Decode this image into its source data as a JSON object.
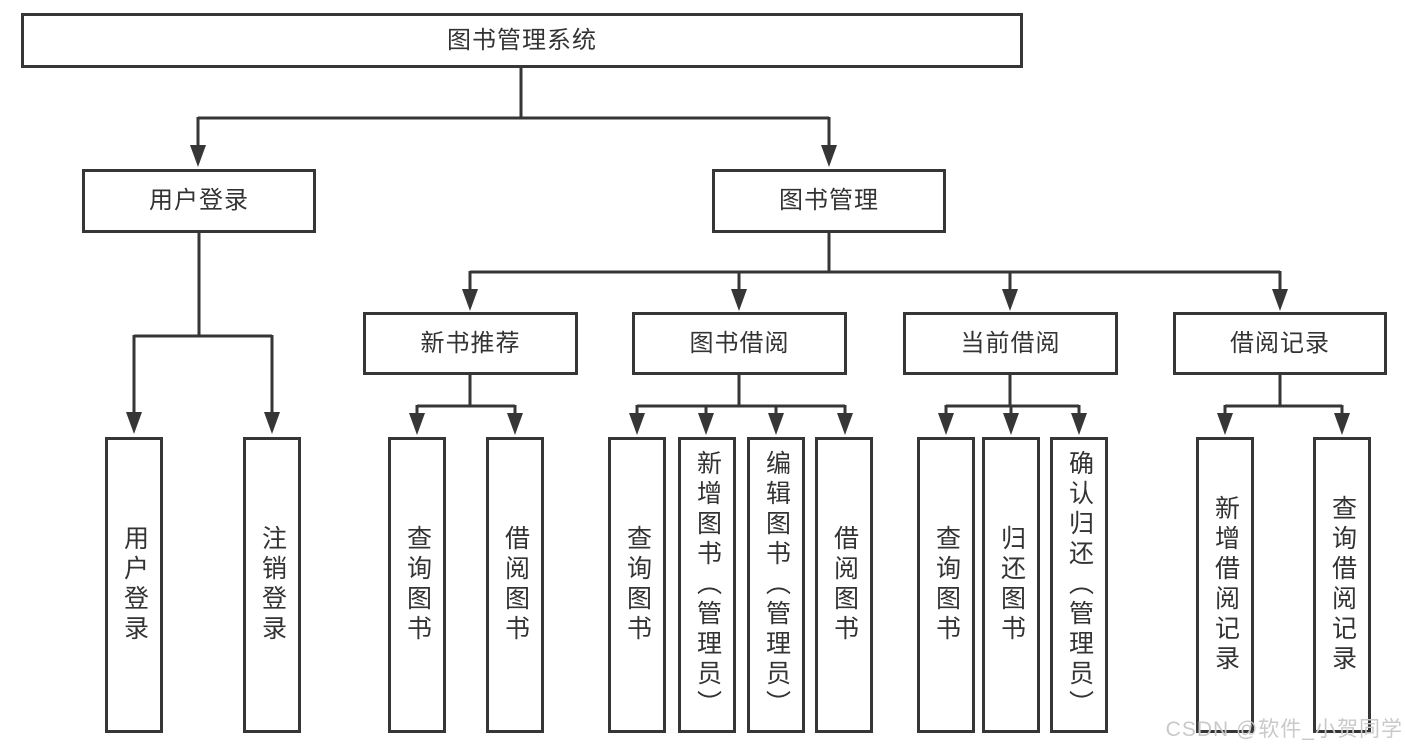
{
  "title": "图书管理系统",
  "tree": {
    "label": "图书管理系统",
    "children": [
      {
        "label": "用户登录",
        "children": [
          {
            "label": "用户登录"
          },
          {
            "label": "注销登录"
          }
        ]
      },
      {
        "label": "图书管理",
        "children": [
          {
            "label": "新书推荐",
            "children": [
              {
                "label": "查询图书"
              },
              {
                "label": "借阅图书"
              }
            ]
          },
          {
            "label": "图书借阅",
            "children": [
              {
                "label": "查询图书"
              },
              {
                "label": "新增图书（管理员）"
              },
              {
                "label": "编辑图书（管理员）"
              },
              {
                "label": "借阅图书"
              }
            ]
          },
          {
            "label": "当前借阅",
            "children": [
              {
                "label": "查询图书"
              },
              {
                "label": "归还图书"
              },
              {
                "label": "确认归还（管理员）"
              }
            ]
          },
          {
            "label": "借阅记录",
            "children": [
              {
                "label": "新增借阅记录"
              },
              {
                "label": "查询借阅记录"
              }
            ]
          }
        ]
      }
    ]
  },
  "watermark": "CSDN @软件_小贺同学",
  "colors": {
    "line": "#363636",
    "box_border": "#363636",
    "text": "#333333",
    "background": "#ffffff",
    "watermark": "#c9c9c9"
  }
}
